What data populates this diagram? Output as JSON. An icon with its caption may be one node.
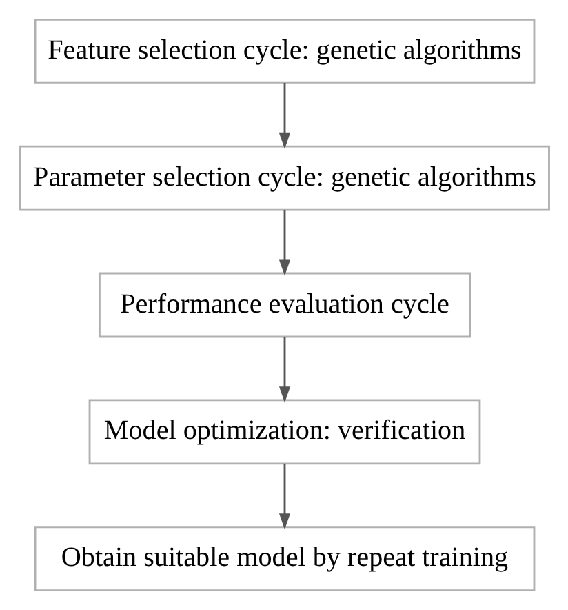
{
  "diagram": {
    "nodes": [
      {
        "text": [
          "Feature selection cycle: genetic algorithms"
        ]
      },
      {
        "text": [
          "Parameter selection cycle: genetic algorithms"
        ]
      },
      {
        "text": [
          "Performance evaluation cycle"
        ]
      },
      {
        "text": [
          "Model optimization: verification"
        ]
      },
      {
        "text": [
          "Obtain suitable model by repeat training"
        ]
      }
    ],
    "edges": [
      {
        "from": 0,
        "to": 1,
        "arrow": "to"
      },
      {
        "from": 1,
        "to": 2,
        "arrow": "to"
      },
      {
        "from": 2,
        "to": 3,
        "arrow": "to"
      },
      {
        "from": 3,
        "to": 4,
        "arrow": "to"
      }
    ]
  }
}
